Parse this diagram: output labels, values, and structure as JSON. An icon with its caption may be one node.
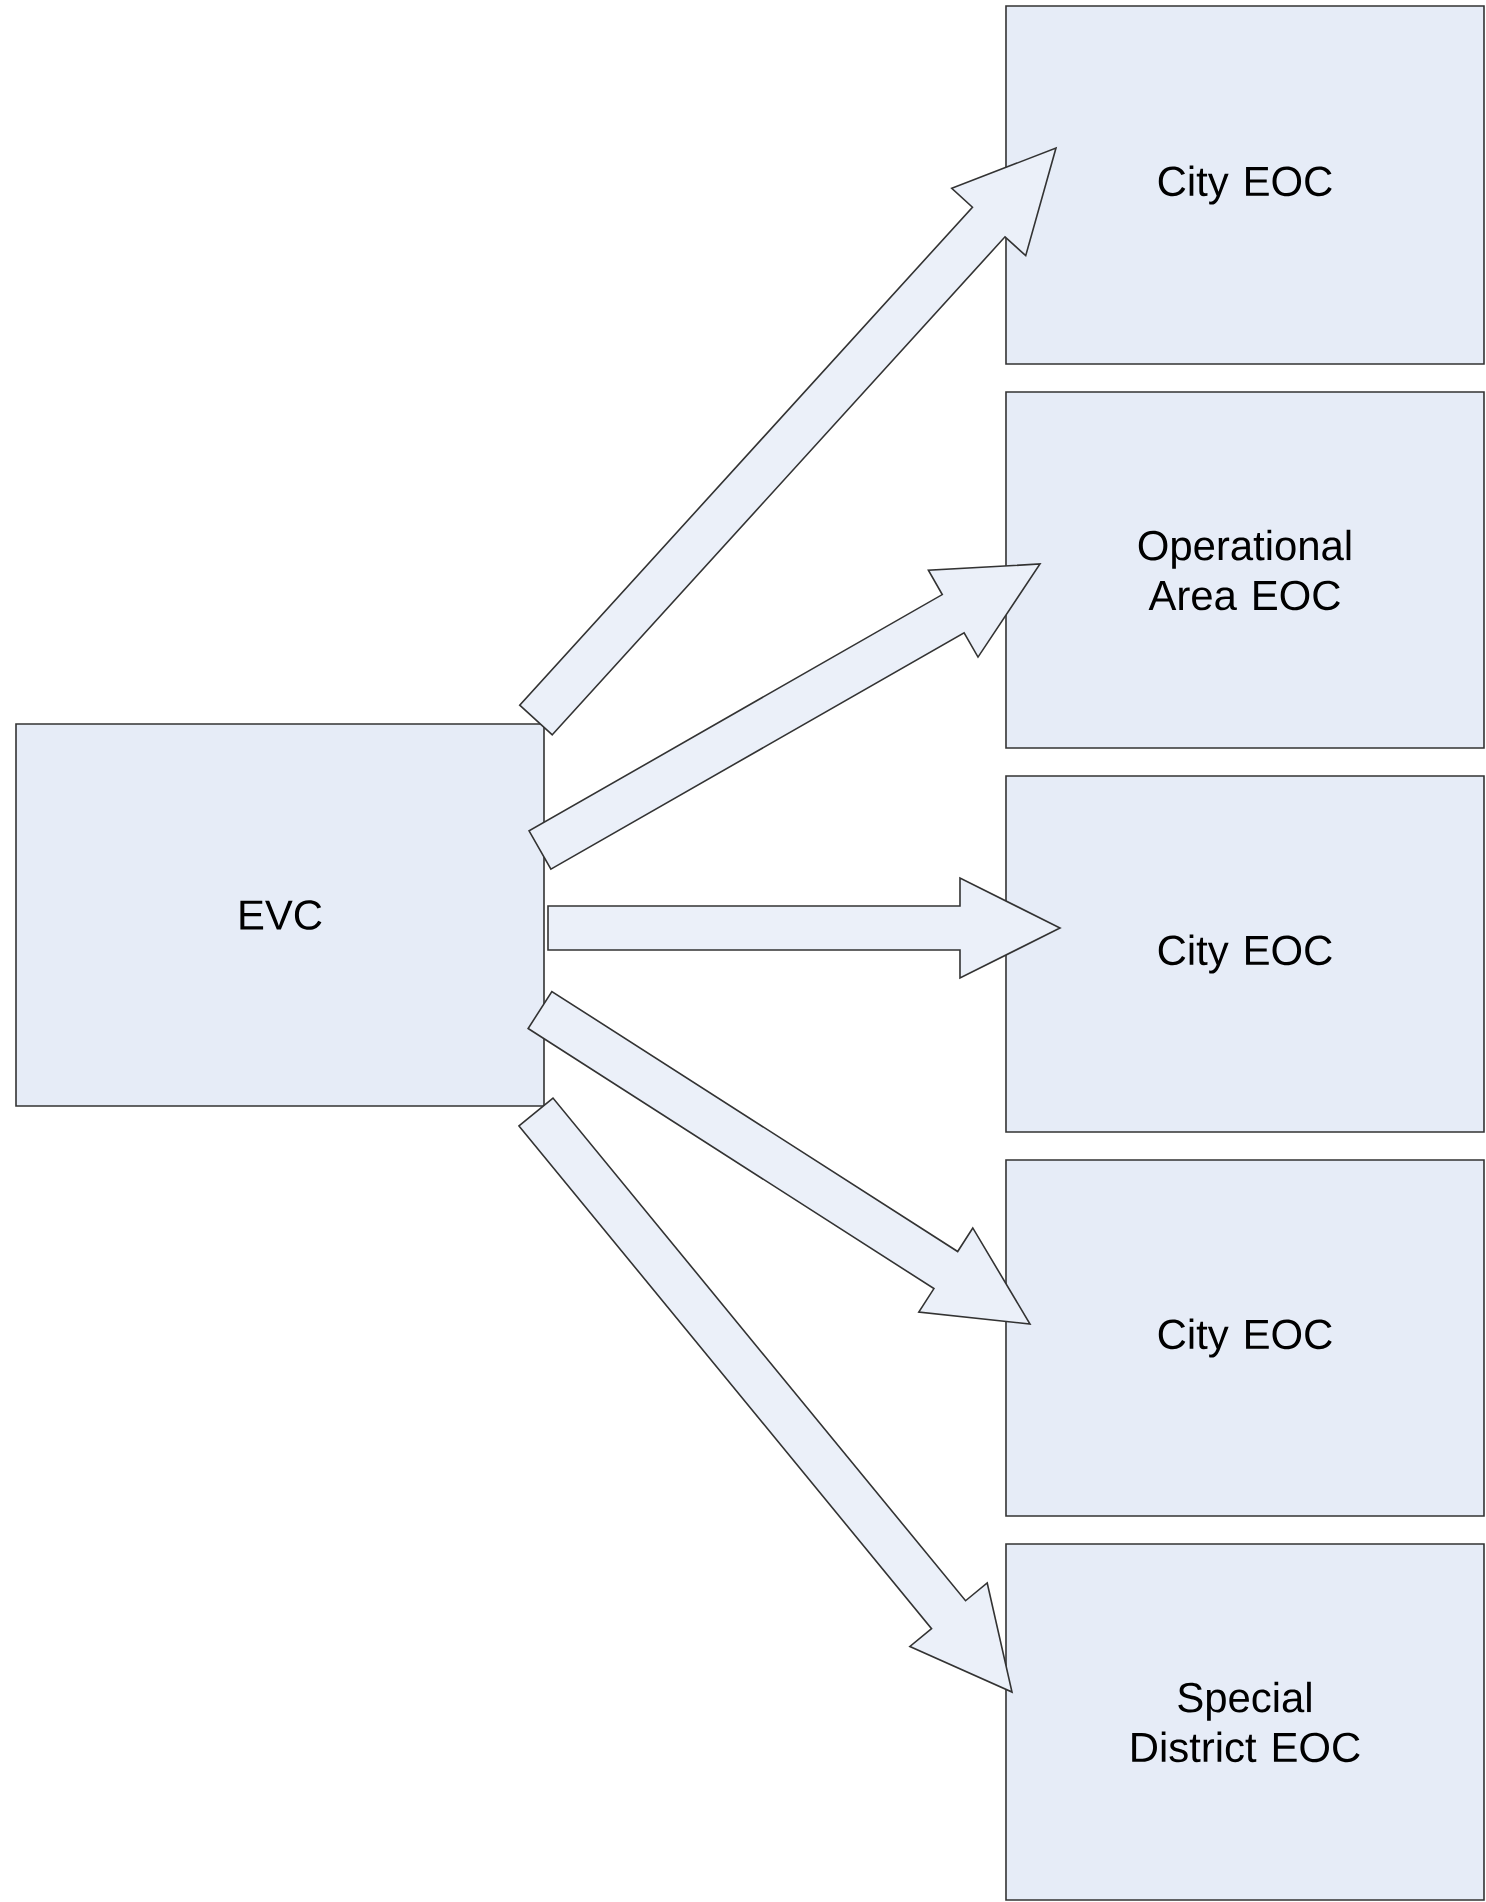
{
  "diagram": {
    "nodes": [
      {
        "text": [
          "EVC"
        ]
      },
      {
        "text": [
          "City EOC"
        ]
      },
      {
        "text": [
          "Operational Area EOC"
        ]
      },
      {
        "text": [
          "City EOC"
        ]
      },
      {
        "text": [
          "City EOC"
        ]
      },
      {
        "text": [
          "Special District EOC"
        ]
      }
    ],
    "edges": [
      {
        "from": 0,
        "to": 1,
        "arrow": "to"
      },
      {
        "from": 0,
        "to": 2,
        "arrow": "to"
      },
      {
        "from": 0,
        "to": 3,
        "arrow": "to"
      },
      {
        "from": 0,
        "to": 4,
        "arrow": "to"
      },
      {
        "from": 0,
        "to": 5,
        "arrow": "to"
      }
    ]
  }
}
